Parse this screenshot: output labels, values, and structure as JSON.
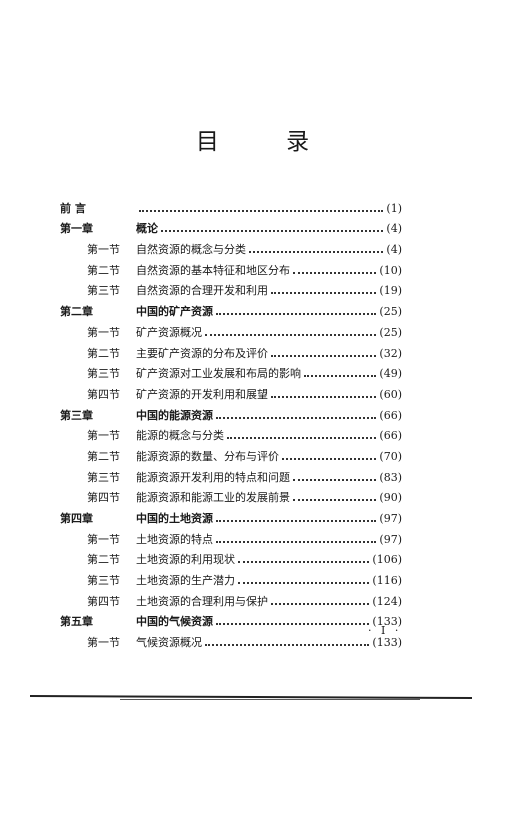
{
  "page_title": "目    录",
  "entries": [
    {
      "num": "前  言",
      "title": "",
      "page": "(1)",
      "level": "chapter"
    },
    {
      "num": "第一章",
      "title": "概论",
      "page": "(4)",
      "level": "chapter"
    },
    {
      "num": "第一节",
      "title": "自然资源的概念与分类",
      "page": "(4)",
      "level": "section"
    },
    {
      "num": "第二节",
      "title": "自然资源的基本特征和地区分布",
      "page": "(10)",
      "level": "section"
    },
    {
      "num": "第三节",
      "title": "自然资源的合理开发和利用",
      "page": "(19)",
      "level": "section"
    },
    {
      "num": "第二章",
      "title": "中国的矿产资源",
      "page": "(25)",
      "level": "chapter"
    },
    {
      "num": "第一节",
      "title": "矿产资源概况",
      "page": "(25)",
      "level": "section"
    },
    {
      "num": "第二节",
      "title": "主要矿产资源的分布及评价",
      "page": "(32)",
      "level": "section"
    },
    {
      "num": "第三节",
      "title": "矿产资源对工业发展和布局的影响",
      "page": "(49)",
      "level": "section"
    },
    {
      "num": "第四节",
      "title": "矿产资源的开发利用和展望",
      "page": "(60)",
      "level": "section"
    },
    {
      "num": "第三章",
      "title": "中国的能源资源",
      "page": "(66)",
      "level": "chapter"
    },
    {
      "num": "第一节",
      "title": "能源的概念与分类",
      "page": "(66)",
      "level": "section"
    },
    {
      "num": "第二节",
      "title": "能源资源的数量、分布与评价",
      "page": "(70)",
      "level": "section"
    },
    {
      "num": "第三节",
      "title": "能源资源开发利用的特点和问题",
      "page": "(83)",
      "level": "section"
    },
    {
      "num": "第四节",
      "title": "能源资源和能源工业的发展前景",
      "page": "(90)",
      "level": "section"
    },
    {
      "num": "第四章",
      "title": "中国的土地资源",
      "page": "(97)",
      "level": "chapter"
    },
    {
      "num": "第一节",
      "title": "土地资源的特点",
      "page": "(97)",
      "level": "section"
    },
    {
      "num": "第二节",
      "title": "土地资源的利用现状",
      "page": "(106)",
      "level": "section"
    },
    {
      "num": "第三节",
      "title": "土地资源的生产潜力",
      "page": "(116)",
      "level": "section"
    },
    {
      "num": "第四节",
      "title": "土地资源的合理利用与保护",
      "page": "(124)",
      "level": "section"
    },
    {
      "num": "第五章",
      "title": "中国的气候资源",
      "page": "(133)",
      "level": "chapter"
    },
    {
      "num": "第一节",
      "title": "气候资源概况",
      "page": "(133)",
      "level": "section"
    }
  ],
  "folio": "· I ·"
}
